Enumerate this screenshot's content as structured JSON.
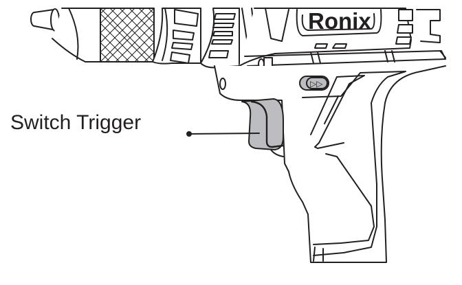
{
  "diagram": {
    "subject": "Cordless drill (side view, partial)",
    "brand_logo_text": "Ronix",
    "direction_button_glyph": "▷▷",
    "callouts": [
      {
        "label": "Switch Trigger",
        "target": "trigger"
      }
    ],
    "colors": {
      "line": "#231f20",
      "trigger_fill": "#bcbdc0",
      "background": "#ffffff"
    }
  }
}
